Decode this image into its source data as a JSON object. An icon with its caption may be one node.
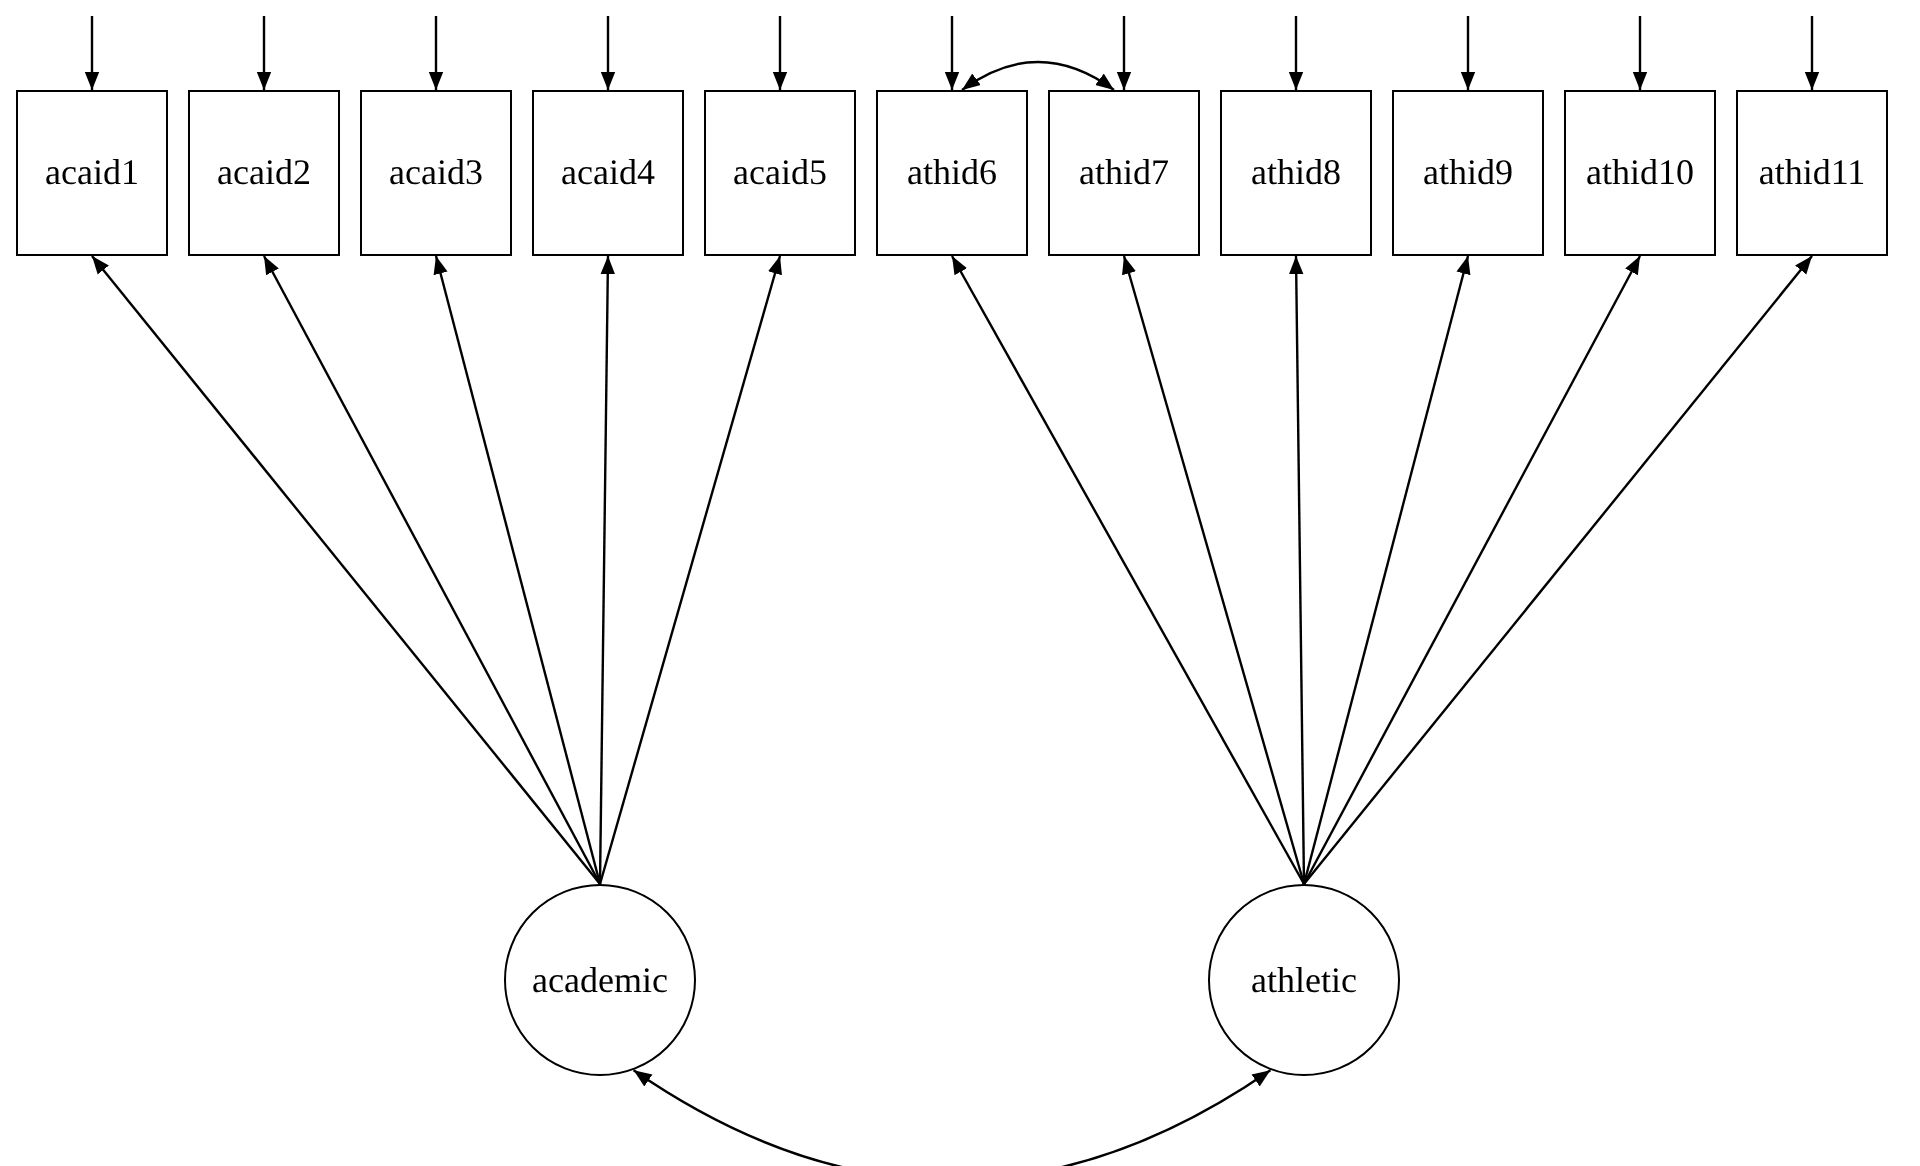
{
  "diagram": {
    "nodes": [
      {
        "text": [
          "acaid1"
        ]
      },
      {
        "text": [
          "acaid2"
        ]
      },
      {
        "text": [
          "acaid3"
        ]
      },
      {
        "text": [
          "acaid4"
        ]
      },
      {
        "text": [
          "acaid5"
        ]
      },
      {
        "text": [
          "athid6"
        ]
      },
      {
        "text": [
          "athid7"
        ]
      },
      {
        "text": [
          "athid8"
        ]
      },
      {
        "text": [
          "athid9"
        ]
      },
      {
        "text": [
          "athid10"
        ]
      },
      {
        "text": [
          "athid11"
        ]
      },
      {
        "text": [
          "academic"
        ]
      },
      {
        "text": [
          "athletic"
        ]
      }
    ],
    "edges": [
      {
        "from": null,
        "to": 0,
        "arrow": "to"
      },
      {
        "from": null,
        "to": 1,
        "arrow": "to"
      },
      {
        "from": null,
        "to": 2,
        "arrow": "to"
      },
      {
        "from": null,
        "to": 3,
        "arrow": "to"
      },
      {
        "from": null,
        "to": 4,
        "arrow": "to"
      },
      {
        "from": null,
        "to": 5,
        "arrow": "to"
      },
      {
        "from": null,
        "to": 6,
        "arrow": "to"
      },
      {
        "from": null,
        "to": 7,
        "arrow": "to"
      },
      {
        "from": null,
        "to": 8,
        "arrow": "to"
      },
      {
        "from": null,
        "to": 9,
        "arrow": "to"
      },
      {
        "from": null,
        "to": 10,
        "arrow": "to"
      },
      {
        "from": 5,
        "to": 6,
        "arrow": "both"
      },
      {
        "from": 11,
        "to": 0,
        "arrow": "to"
      },
      {
        "from": 11,
        "to": 1,
        "arrow": "to"
      },
      {
        "from": 11,
        "to": 2,
        "arrow": "to"
      },
      {
        "from": 11,
        "to": 3,
        "arrow": "to"
      },
      {
        "from": 11,
        "to": 4,
        "arrow": "to"
      },
      {
        "from": 12,
        "to": 5,
        "arrow": "to"
      },
      {
        "from": 12,
        "to": 6,
        "arrow": "to"
      },
      {
        "from": 12,
        "to": 7,
        "arrow": "to"
      },
      {
        "from": 12,
        "to": 8,
        "arrow": "to"
      },
      {
        "from": 12,
        "to": 9,
        "arrow": "to"
      },
      {
        "from": 12,
        "to": 10,
        "arrow": "to"
      },
      {
        "from": 11,
        "to": 12,
        "arrow": "both"
      }
    ]
  }
}
